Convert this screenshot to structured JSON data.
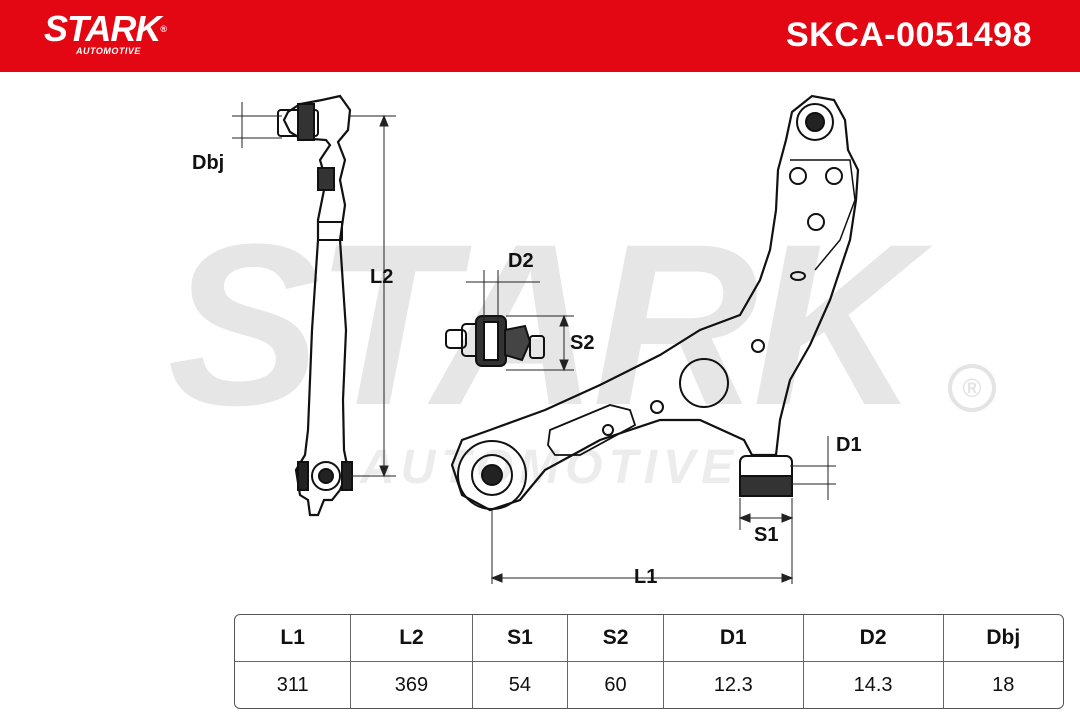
{
  "header": {
    "brand": "STARK",
    "brand_sub": "AUTOMOTIVE",
    "part_number": "SKCA-0051498",
    "color": "#e30613"
  },
  "watermark": {
    "text": "STARK",
    "sub": "AUTOMOTIVE",
    "reg": "®"
  },
  "drawing": {
    "labels": {
      "dbj": "Dbj",
      "l2": "L2",
      "d2": "D2",
      "s2": "S2",
      "d1": "D1",
      "s1": "S1",
      "l1": "L1"
    }
  },
  "spec_table": {
    "headers": [
      "L1",
      "L2",
      "S1",
      "S2",
      "D1",
      "D2",
      "Dbj"
    ],
    "values": [
      "311",
      "369",
      "54",
      "60",
      "12.3",
      "14.3",
      "18"
    ]
  }
}
